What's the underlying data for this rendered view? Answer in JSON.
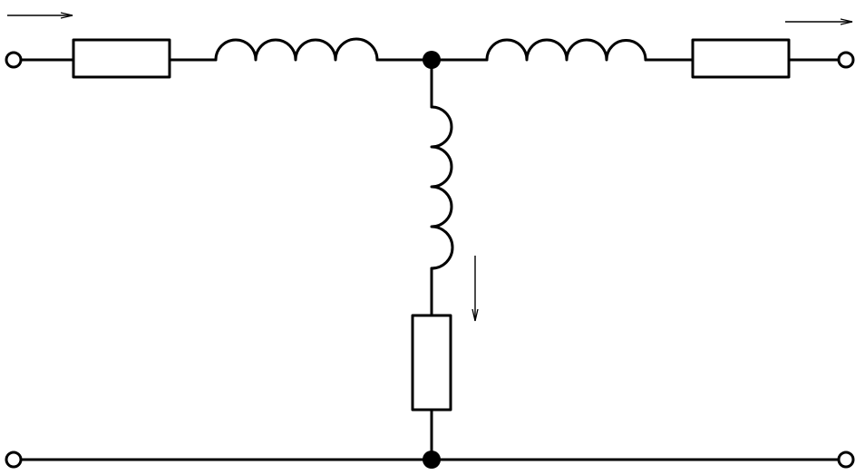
{
  "diagram": {
    "type": "T-network equivalent circuit",
    "elements": [
      {
        "kind": "terminal",
        "name": "input-top-terminal"
      },
      {
        "kind": "terminal",
        "name": "input-bottom-terminal"
      },
      {
        "kind": "terminal",
        "name": "output-top-terminal"
      },
      {
        "kind": "terminal",
        "name": "output-bottom-terminal"
      },
      {
        "kind": "resistor",
        "name": "series-resistor-left"
      },
      {
        "kind": "inductor",
        "name": "series-inductor-left",
        "turns": 4
      },
      {
        "kind": "inductor",
        "name": "series-inductor-right",
        "turns": 4
      },
      {
        "kind": "resistor",
        "name": "series-resistor-right"
      },
      {
        "kind": "inductor",
        "name": "shunt-inductor",
        "turns": 4
      },
      {
        "kind": "resistor",
        "name": "shunt-resistor"
      },
      {
        "kind": "node",
        "name": "junction-node-top"
      },
      {
        "kind": "node",
        "name": "junction-node-bottom"
      }
    ],
    "arrows": [
      {
        "name": "input-current-arrow",
        "direction": "right"
      },
      {
        "name": "output-current-arrow",
        "direction": "right"
      },
      {
        "name": "shunt-current-arrow",
        "direction": "down"
      }
    ],
    "colors": {
      "line": "#000000",
      "background": "#ffffff"
    }
  }
}
